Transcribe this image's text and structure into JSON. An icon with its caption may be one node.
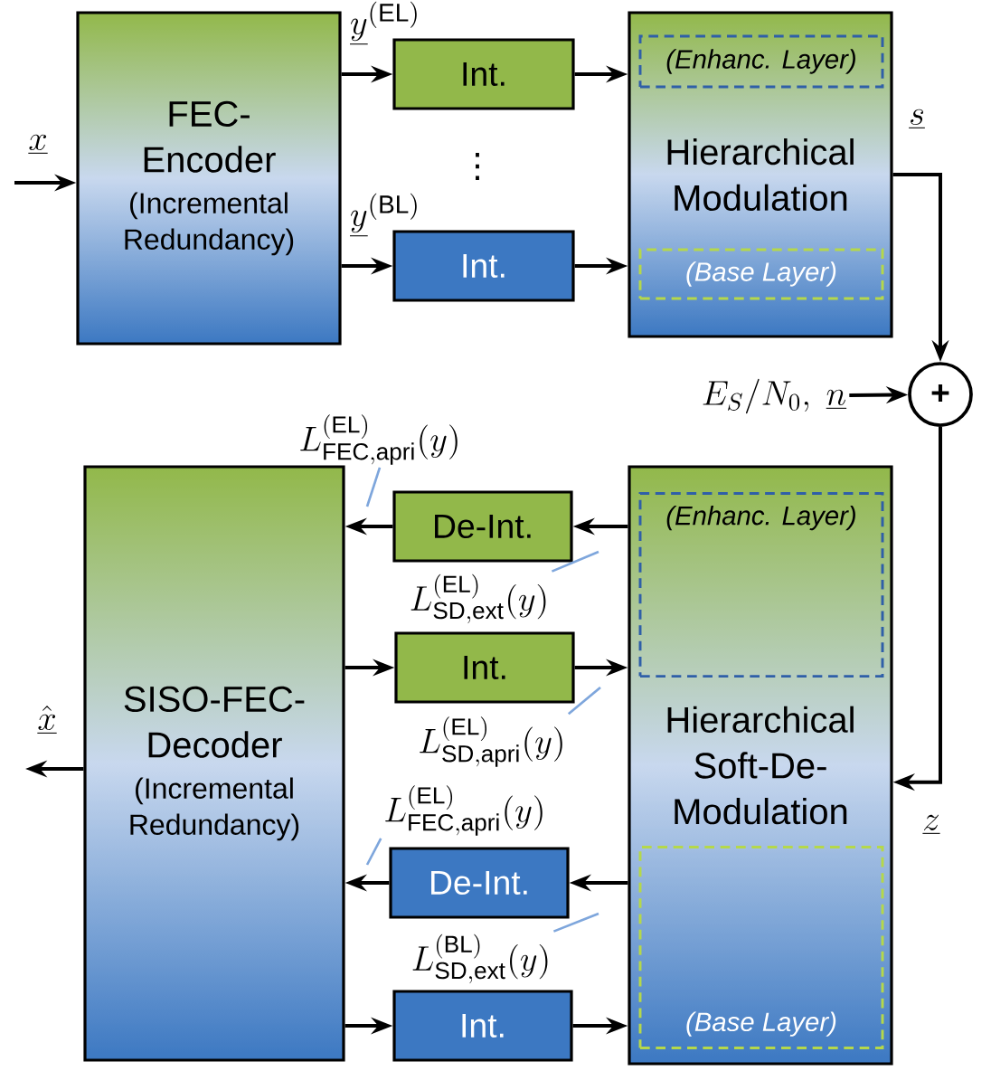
{
  "diagram": {
    "nodes": [
      {
        "text": [
          "FEC-Encoder",
          "(Incremental Redundancy)"
        ]
      },
      {
        "text": [
          "Int."
        ]
      },
      {
        "text": [
          "Int."
        ]
      },
      {
        "text": [
          "Hierarchical Modulation"
        ]
      },
      {
        "text": [
          "(Enhanc. Layer)"
        ],
        "in": 3
      },
      {
        "text": [
          "(Base Layer)"
        ],
        "in": 3
      },
      {
        "text": [
          "+"
        ]
      },
      {
        "text": [
          "SISO-FEC-Decoder",
          "(Incremental Redundancy)"
        ]
      },
      {
        "text": [
          "De-Int."
        ]
      },
      {
        "text": [
          "Int."
        ]
      },
      {
        "text": [
          "De-Int."
        ]
      },
      {
        "text": [
          "Int."
        ]
      },
      {
        "text": [
          "Hierarchical Soft-De-Modulation"
        ]
      },
      {
        "text": [
          "(Enhanc. Layer)"
        ],
        "in": 12
      },
      {
        "text": [
          "(Base Layer)"
        ],
        "in": 12
      },
      {
        "text": [
          "E_S/N_0,\\ \\underline{n}"
        ]
      },
      {
        "text": [
          "L^{(\\mathrm{EL})}_{\\mathrm{FEC,apri}}(y)"
        ]
      },
      {
        "text": [
          "L^{(\\mathrm{EL})}_{\\mathrm{SD,ext}}(y)"
        ]
      },
      {
        "text": [
          "L^{(\\mathrm{EL})}_{\\mathrm{SD,apri}}(y)"
        ]
      },
      {
        "text": [
          "L^{(\\mathrm{EL})}_{\\mathrm{FEC,apri}}(y)"
        ]
      },
      {
        "text": [
          "L^{(\\mathrm{BL})}_{\\mathrm{SD,ext}}(y)"
        ]
      }
    ],
    "edges": [
      {
        "from": null,
        "to": 0,
        "arrow": "to",
        "label": "\\underline{x}"
      },
      {
        "from": 0,
        "to": 1,
        "arrow": "to",
        "label": "\\underline{y}^{(\\mathrm{EL})}"
      },
      {
        "from": 0,
        "to": 2,
        "arrow": "to",
        "label": "\\underline{y}^{(\\mathrm{BL})}"
      },
      {
        "from": 1,
        "to": 3,
        "arrow": "to"
      },
      {
        "from": 2,
        "to": 3,
        "arrow": "to"
      },
      {
        "from": 3,
        "to": 6,
        "arrow": "to",
        "label": "\\underline{s}"
      },
      {
        "from": 15,
        "to": 6,
        "arrow": "to"
      },
      {
        "from": 6,
        "to": 12,
        "arrow": "to",
        "label": "\\underline{z}"
      },
      {
        "from": 12,
        "to": 8,
        "arrow": "to"
      },
      {
        "from": 8,
        "to": 7,
        "arrow": "to"
      },
      {
        "from": 7,
        "to": 9,
        "arrow": "to"
      },
      {
        "from": 9,
        "to": 12,
        "arrow": "to"
      },
      {
        "from": 12,
        "to": 10,
        "arrow": "to"
      },
      {
        "from": 10,
        "to": 7,
        "arrow": "to"
      },
      {
        "from": 7,
        "to": 11,
        "arrow": "to"
      },
      {
        "from": 11,
        "to": 12,
        "arrow": "to"
      },
      {
        "from": 7,
        "to": null,
        "arrow": "to",
        "label": "\\hat{\\underline{x}}"
      },
      {
        "from": 16,
        "to": null,
        "arrow": "none",
        "color": "#7ea6dc"
      },
      {
        "from": 17,
        "to": null,
        "arrow": "none",
        "color": "#7ea6dc"
      },
      {
        "from": 18,
        "to": null,
        "arrow": "none",
        "color": "#7ea6dc"
      },
      {
        "from": 19,
        "to": null,
        "arrow": "none",
        "color": "#7ea6dc"
      },
      {
        "from": 20,
        "to": null,
        "arrow": "none",
        "color": "#7ea6dc"
      }
    ],
    "labels": [
      "⋮"
    ]
  }
}
